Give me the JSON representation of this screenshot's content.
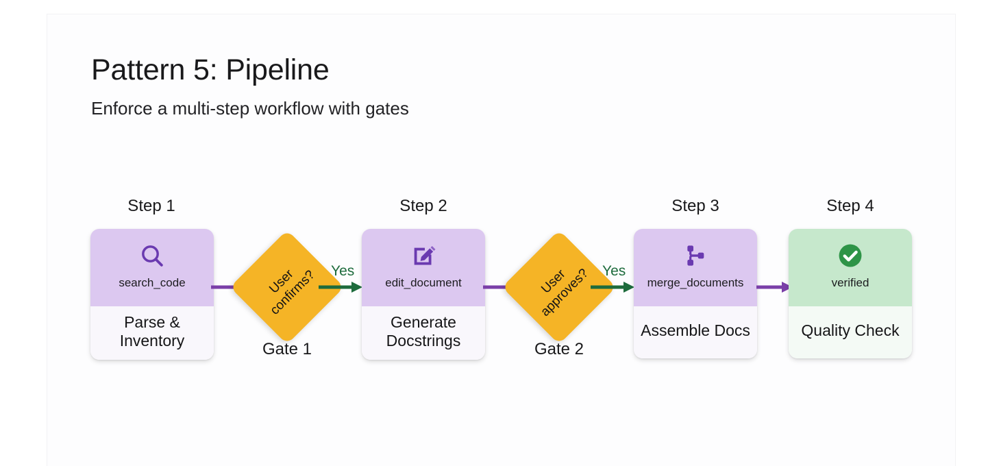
{
  "header": {
    "title": "Pattern 5: Pipeline",
    "subtitle": "Enforce a multi-step workflow with gates"
  },
  "colors": {
    "step_header_purple": "#DCC8F0",
    "step_body_purple": "#F9F7FC",
    "step_header_green": "#C6E8CC",
    "step_body_green": "#F4FAF5",
    "gate_amber": "#F5B426",
    "icon_purple": "#6A3AB0",
    "icon_green": "#2E9447",
    "arrow_purple": "#7A3FA8",
    "arrow_green": "#1D6B3C",
    "text_dark": "#19191B"
  },
  "flow": {
    "steps": [
      {
        "step_label": "Step 1",
        "icon": "search-icon",
        "tool_name": "search_code",
        "description": "Parse & Inventory",
        "variant": "purple"
      },
      {
        "step_label": "Step 2",
        "icon": "edit-document-icon",
        "tool_name": "edit_document",
        "description": "Generate Docstrings",
        "variant": "purple"
      },
      {
        "step_label": "Step 3",
        "icon": "merge-documents-icon",
        "tool_name": "merge_documents",
        "description": "Assemble Docs",
        "variant": "purple"
      },
      {
        "step_label": "Step 4",
        "icon": "check-circle-icon",
        "tool_name": "verified",
        "description": "Quality Check",
        "variant": "green"
      }
    ],
    "gates": [
      {
        "question_line1": "User",
        "question_line2": "confirms?",
        "caption": "Gate 1",
        "branch_label": "Yes"
      },
      {
        "question_line1": "User",
        "question_line2": "approves?",
        "caption": "Gate 2",
        "branch_label": "Yes"
      }
    ]
  }
}
